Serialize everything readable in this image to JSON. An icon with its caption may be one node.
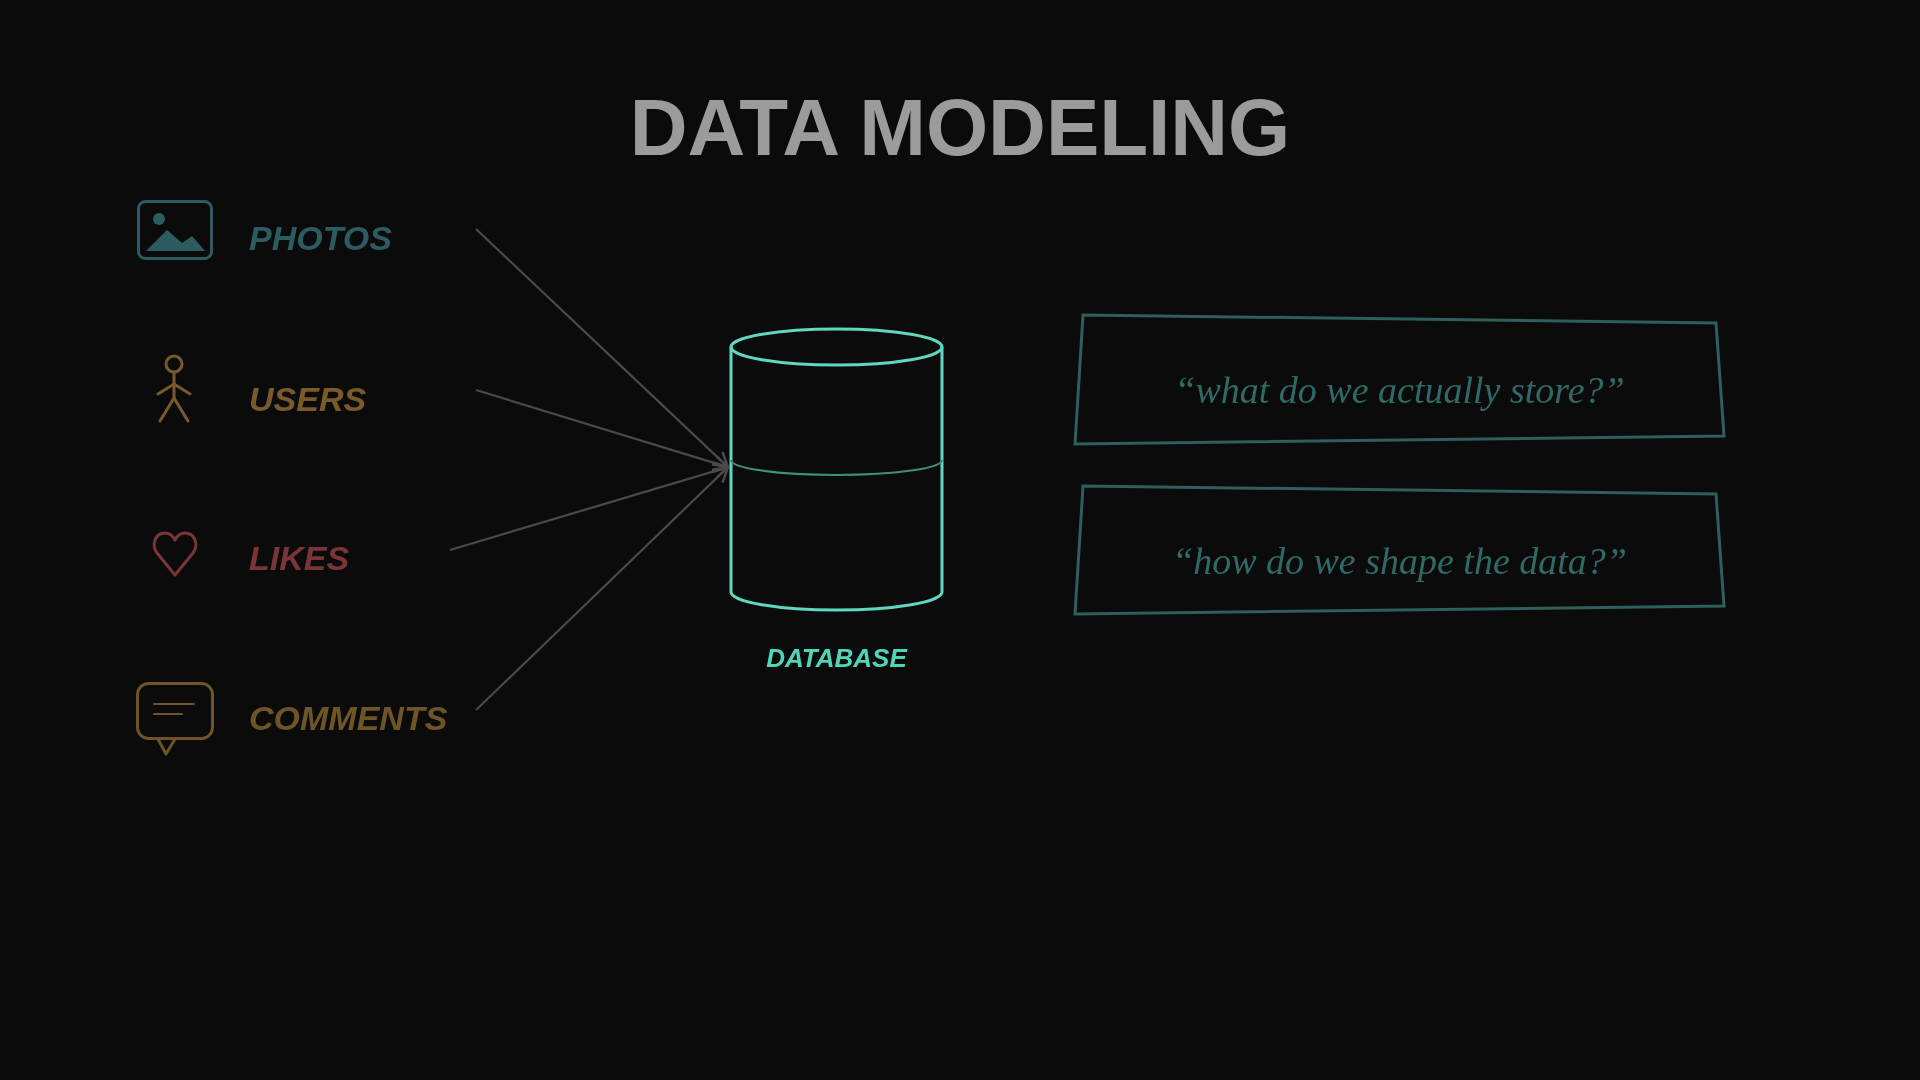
{
  "diagram": {
    "title": "DATA MODELING",
    "nodes": [
      {
        "text": [
          "PHOTOS"
        ]
      },
      {
        "text": [
          "USERS"
        ]
      },
      {
        "text": [
          "LIKES"
        ]
      },
      {
        "text": [
          "COMMENTS"
        ]
      },
      {
        "text": [],
        "shape": "cylinder",
        "beside": [
          "DATABASE"
        ]
      },
      {
        "text": [
          "“what do we actually store?”"
        ]
      },
      {
        "text": [
          "“how do we shape the data?”"
        ]
      }
    ],
    "edges": [
      {
        "from": 0,
        "to": 4,
        "arrow": "to"
      },
      {
        "from": 1,
        "to": 4,
        "arrow": "to"
      },
      {
        "from": 2,
        "to": 4,
        "arrow": "to"
      },
      {
        "from": 3,
        "to": 4,
        "arrow": "to"
      }
    ]
  }
}
